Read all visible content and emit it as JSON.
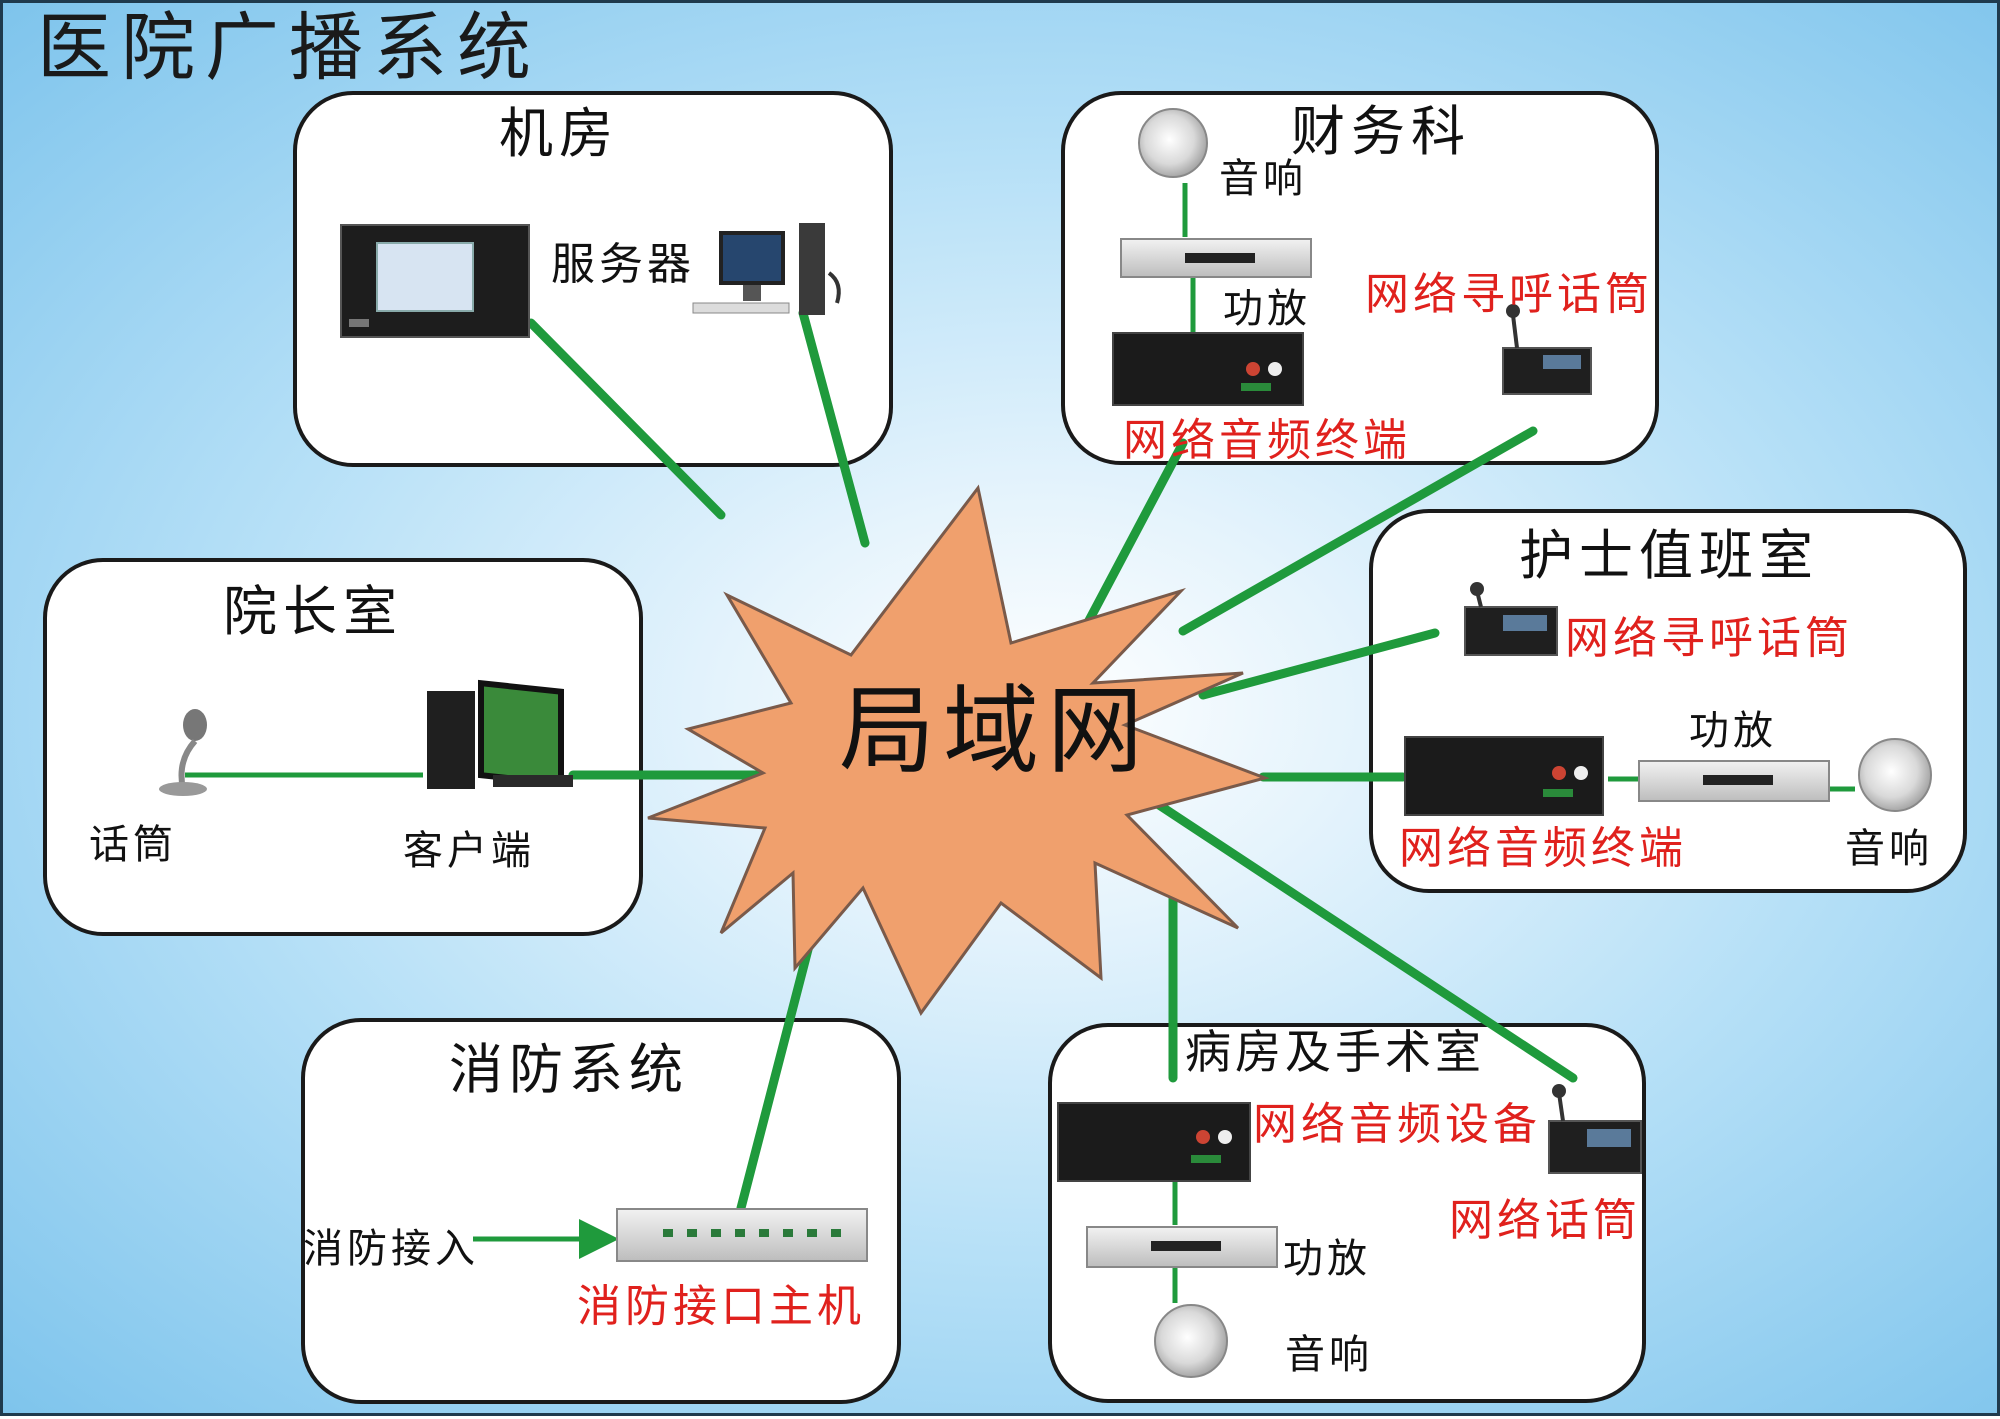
{
  "title": "医院广播系统",
  "core": "局域网",
  "colors": {
    "link": "#1f9a3c",
    "burst": "#f0a06d",
    "burst_stroke": "#7a5a4a",
    "red_text": "#e0211d"
  },
  "jifang": {
    "name": "机房",
    "server": "服务器"
  },
  "caiwu": {
    "name": "财务科",
    "speaker": "音响",
    "amp": "功放",
    "paging_mic": "网络寻呼话筒",
    "audio_terminal": "网络音频终端"
  },
  "yuanzhang": {
    "name": "院长室",
    "mic": "话筒",
    "client": "客户端"
  },
  "hushi": {
    "name": "护士值班室",
    "paging_mic": "网络寻呼话筒",
    "amp": "功放",
    "audio_terminal": "网络音频终端",
    "speaker": "音响"
  },
  "xiaofang": {
    "name": "消防系统",
    "fire_input": "消防接入",
    "fire_host": "消防接口主机"
  },
  "bingfang": {
    "name": "病房及手术室",
    "audio_device": "网络音频设备",
    "net_mic": "网络话筒",
    "amp": "功放",
    "speaker": "音响"
  }
}
